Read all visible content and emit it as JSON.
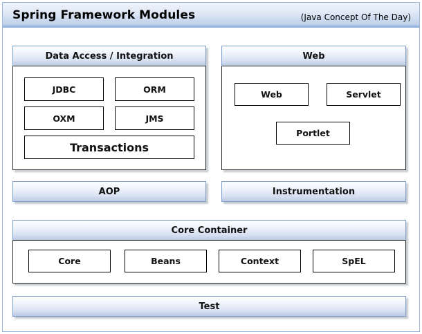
{
  "header": {
    "title": "Spring Framework Modules",
    "subtitle": "(Java Concept Of The Day)"
  },
  "theme": {
    "frame_border": "#9cb8dc",
    "bar_border": "#7f9ed0",
    "gradient_top": "#fdfdff",
    "gradient_bottom": "#bcc9e4",
    "box_border": "#000000",
    "text": "#111111",
    "background": "#ffffff"
  },
  "diagram": {
    "data_access_panel": {
      "title": "Data Access / Integration",
      "modules": [
        {
          "label": "JDBC"
        },
        {
          "label": "ORM"
        },
        {
          "label": "OXM"
        },
        {
          "label": "JMS"
        },
        {
          "label": "Transactions"
        }
      ]
    },
    "web_panel": {
      "title": "Web",
      "modules": [
        {
          "label": "Web"
        },
        {
          "label": "Servlet"
        },
        {
          "label": "Portlet"
        }
      ]
    },
    "aop_bar": {
      "label": "AOP"
    },
    "instrumentation_bar": {
      "label": "Instrumentation"
    },
    "core_container_panel": {
      "title": "Core Container",
      "modules": [
        {
          "label": "Core"
        },
        {
          "label": "Beans"
        },
        {
          "label": "Context"
        },
        {
          "label": "SpEL"
        }
      ]
    },
    "test_bar": {
      "label": "Test"
    }
  }
}
